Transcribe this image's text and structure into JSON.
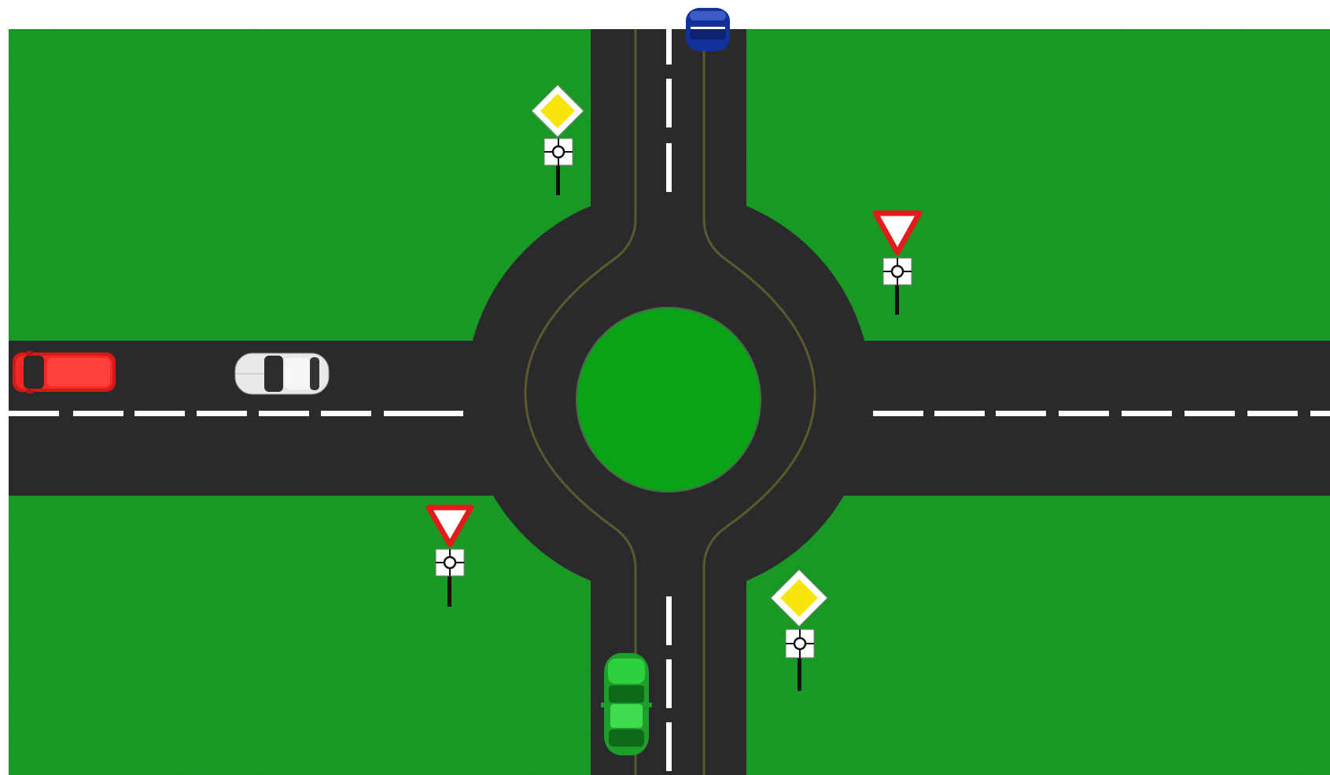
{
  "scene": {
    "type": "roundabout-intersection-top-view",
    "colors": {
      "grass": "#12961f",
      "road": "#2a2a2c",
      "island": "#0aa216",
      "lane_line": "#ffffff",
      "inner_edge_line": "#5b5a2c"
    }
  },
  "vehicles": [
    {
      "id": "red-van",
      "color": "#e8201d",
      "direction": "east"
    },
    {
      "id": "white-car",
      "color": "#f2f2f2",
      "direction": "east"
    },
    {
      "id": "blue-car",
      "color": "#12319a",
      "direction": "south"
    },
    {
      "id": "green-car",
      "color": "#23b233",
      "direction": "north"
    }
  ],
  "signs": [
    {
      "id": "priority-road-north",
      "type": "priority-road",
      "supplementary": "roundabout-plate"
    },
    {
      "id": "give-way-east",
      "type": "give-way",
      "supplementary": "roundabout-plate"
    },
    {
      "id": "give-way-west",
      "type": "give-way",
      "supplementary": "roundabout-plate"
    },
    {
      "id": "priority-road-south",
      "type": "priority-road",
      "supplementary": "roundabout-plate"
    }
  ],
  "sign_colors": {
    "priority_fill": "#f6e40a",
    "give_way_border": "#e41b1b",
    "plate": "#ffffff",
    "post": "#111111"
  }
}
